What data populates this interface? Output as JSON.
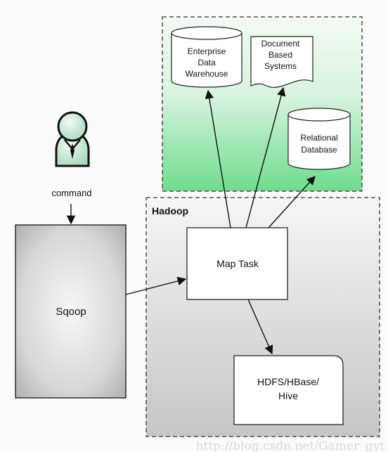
{
  "user": {
    "command_label": "command"
  },
  "sqoop": {
    "label": "Sqoop"
  },
  "hadoop": {
    "title": "Hadoop",
    "map_task": "Map Task",
    "hdfs_line1": "HDFS/HBase/",
    "hdfs_line2": "Hive"
  },
  "external_systems": {
    "enterprise_dw": [
      "Enterprise",
      "Data",
      "Warehouse"
    ],
    "document_systems": [
      "Document",
      "Based",
      "Systems"
    ],
    "relational_db": [
      "Relational",
      "Database"
    ]
  },
  "watermark": "http://blog.csdn.net/Gamer_gyt",
  "colors": {
    "external_zone_top": "#f4fbf5",
    "external_zone_bottom": "#6fdc8c",
    "hadoop_zone_top": "#f4f4f4",
    "hadoop_zone_bottom": "#c8c8c8",
    "user_skin": "#cfead9",
    "arrow": "#111111"
  }
}
